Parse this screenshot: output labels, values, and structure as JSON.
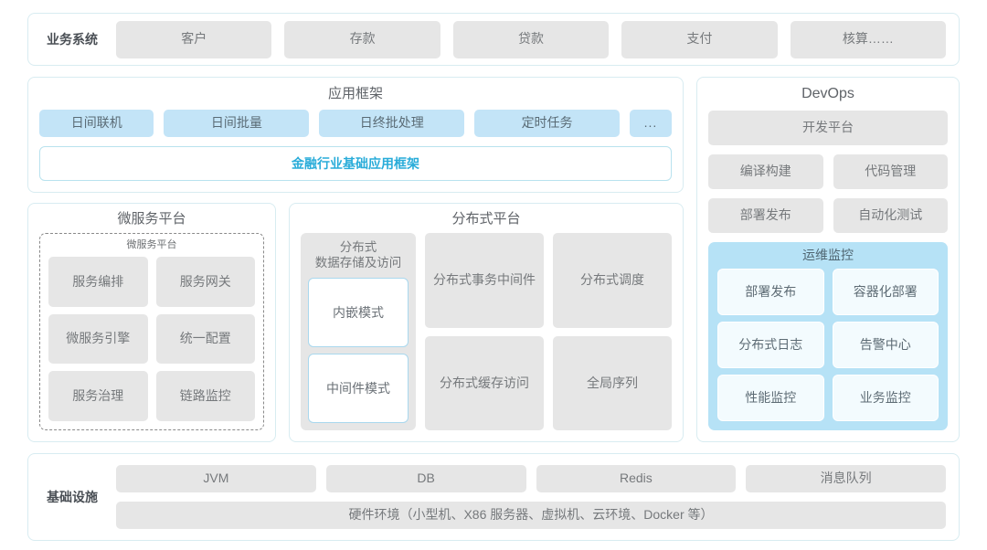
{
  "business_layer": {
    "label": "业务系统",
    "items": [
      "客户",
      "存款",
      "贷款",
      "支付",
      "核算……"
    ]
  },
  "app_framework": {
    "title": "应用框架",
    "chips": [
      "日间联机",
      "日间批量",
      "日终批处理",
      "定时任务",
      "..."
    ],
    "base_framework": "金融行业基础应用框架",
    "accent_color": "#29acd9"
  },
  "microservice_platform": {
    "title": "微服务平台",
    "inner_title": "微服务平台",
    "items": [
      "服务编排",
      "服务网关",
      "微服务引擎",
      "统一配置",
      "服务治理",
      "链路监控"
    ]
  },
  "distributed_platform": {
    "title": "分布式平台",
    "storage_card": {
      "title": "分布式\n数据存储及访问",
      "title_line1": "分布式",
      "title_line2": "数据存储及访问",
      "modes": [
        "内嵌模式",
        "中间件模式"
      ]
    },
    "grid": [
      {
        "line1": "分布式",
        "line2": "事务中间件"
      },
      {
        "line1": "分布式调度",
        "line2": ""
      },
      {
        "line1": "分布式",
        "line2": "缓存访问"
      },
      {
        "line1": "全局序列",
        "line2": ""
      }
    ]
  },
  "devops": {
    "title": "DevOps",
    "platform": "开发平台",
    "pairs": [
      [
        "编译构建",
        "代码管理"
      ],
      [
        "部署发布",
        "自动化测试"
      ]
    ],
    "ops_monitor": {
      "title": "运维监控",
      "panel_color": "#b6e2f6",
      "items": [
        "部署发布",
        "容器化部署",
        "分布式日志",
        "告警中心",
        "性能监控",
        "业务监控"
      ]
    }
  },
  "infrastructure": {
    "label": "基础设施",
    "items": [
      "JVM",
      "DB",
      "Redis",
      "消息队列"
    ],
    "hardware": "硬件环境（小型机、X86 服务器、虚拟机、云环境、Docker 等）"
  }
}
